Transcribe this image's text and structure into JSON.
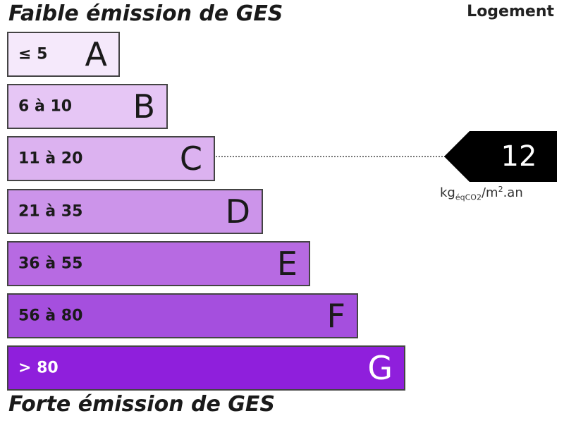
{
  "header": {
    "title_top": "Faible émission de GES",
    "category": "Logement",
    "title_bottom": "Forte émission de GES"
  },
  "chart_data": {
    "type": "bar",
    "categories": [
      "A",
      "B",
      "C",
      "D",
      "E",
      "F",
      "G"
    ],
    "ranges": [
      "≤ 5",
      "6 à 10",
      "11 à 20",
      "21 à 35",
      "36 à 55",
      "56 à 80",
      "> 80"
    ],
    "colors": [
      "#f5e9fb",
      "#e6c6f5",
      "#dcb2f0",
      "#cc94ea",
      "#b76ae2",
      "#a54fde",
      "#8f1fdc"
    ],
    "light_text": [
      false,
      false,
      false,
      false,
      false,
      false,
      true
    ],
    "current": {
      "value": "12",
      "class": "C",
      "unit_prefix": "kg",
      "unit_sub": "éqCO2",
      "unit_mid": "/m",
      "unit_sup": "2",
      "unit_suffix": ".an"
    }
  }
}
